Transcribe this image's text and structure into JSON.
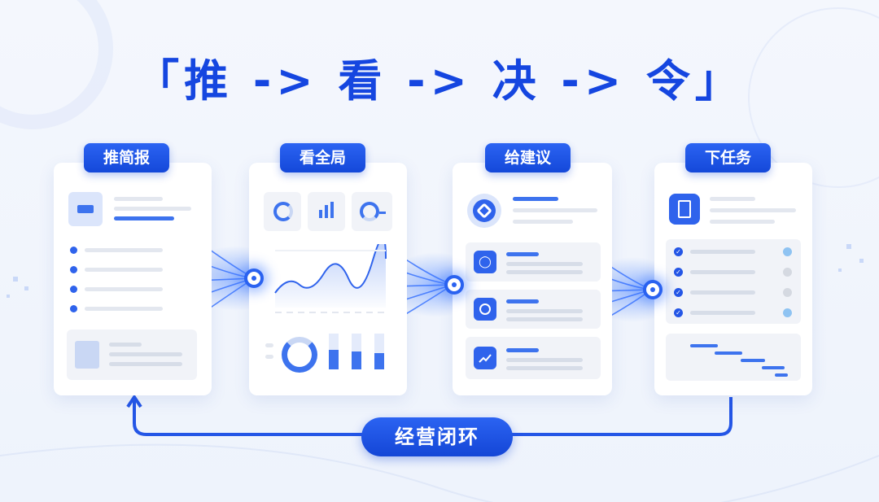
{
  "title": "「推 -> 看 -> 决 -> 令」",
  "steps": [
    {
      "label": "推简报"
    },
    {
      "label": "看全局"
    },
    {
      "label": "给建议"
    },
    {
      "label": "下任务"
    }
  ],
  "loop_label": "经营闭环",
  "colors": {
    "accent": "#1546e0",
    "card": "#ffffff",
    "background": "#f1f5fd"
  },
  "icons": [
    "report-icon",
    "donut-icon",
    "bar-chart-icon",
    "gauge-icon",
    "hexagon-icon",
    "lightbulb-icon",
    "target-icon",
    "trend-icon",
    "clipboard-icon",
    "check-icon",
    "arrow-up-icon"
  ]
}
